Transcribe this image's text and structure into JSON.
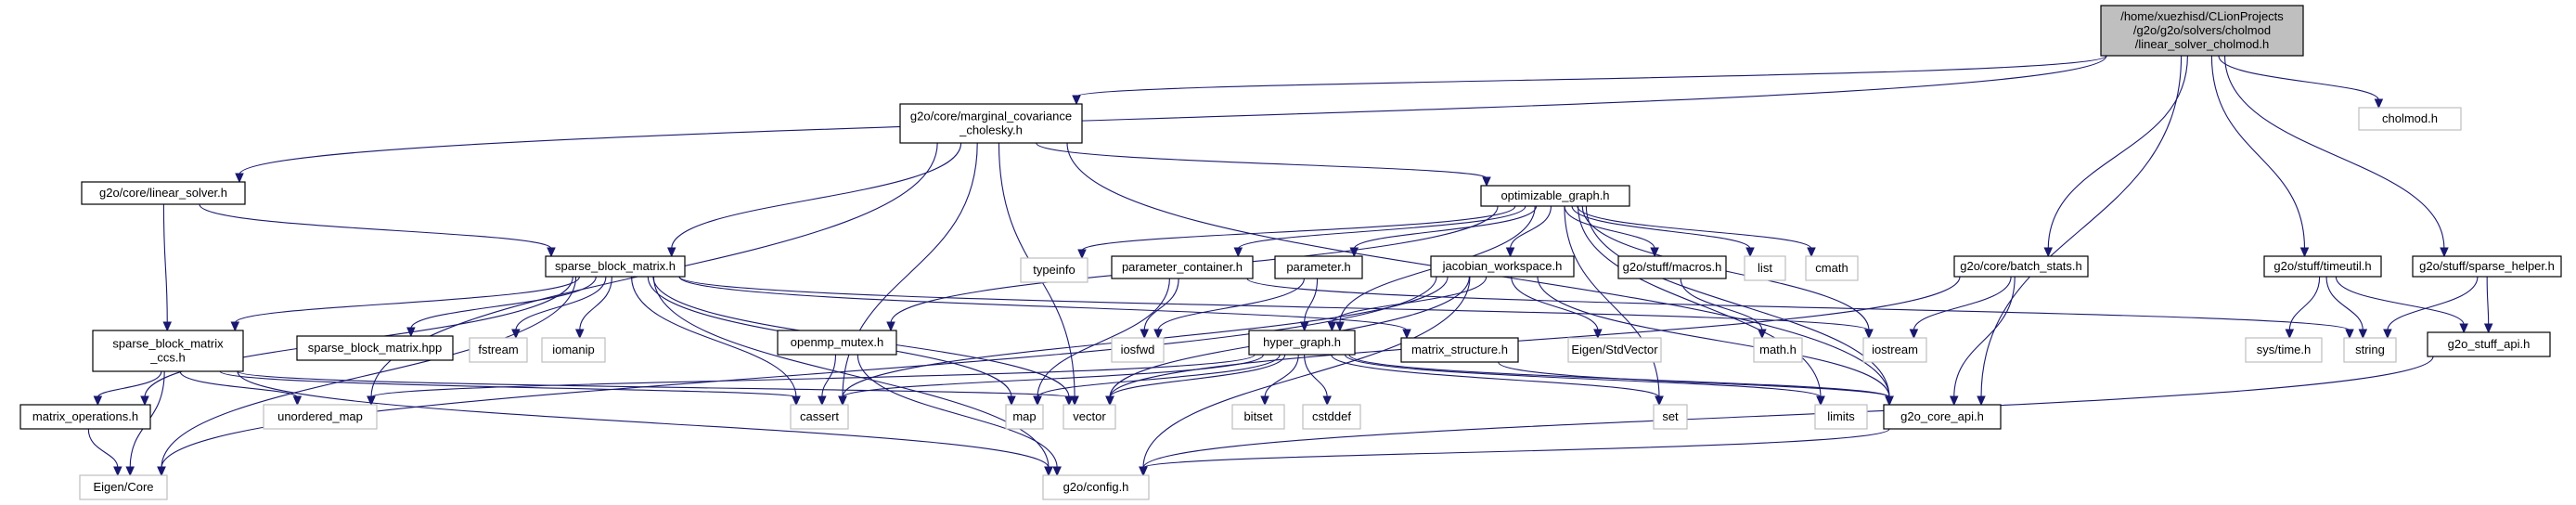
{
  "diagram": {
    "nodes": [
      {
        "id": "root",
        "lines": [
          "/home/xuezhisd/CLionProjects",
          "/g2o/g2o/solvers/cholmod",
          "/linear_solver_cholmod.h"
        ],
        "kind": "root"
      },
      {
        "id": "cholmod",
        "lines": [
          "cholmod.h"
        ],
        "kind": "external"
      },
      {
        "id": "marginal",
        "lines": [
          "g2o/core/marginal_covariance",
          "_cholesky.h"
        ],
        "kind": "internal"
      },
      {
        "id": "linear_solver",
        "lines": [
          "g2o/core/linear_solver.h"
        ],
        "kind": "internal"
      },
      {
        "id": "optimizable",
        "lines": [
          "optimizable_graph.h"
        ],
        "kind": "internal"
      },
      {
        "id": "batch_stats",
        "lines": [
          "g2o/core/batch_stats.h"
        ],
        "kind": "internal"
      },
      {
        "id": "timeutil",
        "lines": [
          "g2o/stuff/timeutil.h"
        ],
        "kind": "internal"
      },
      {
        "id": "sparse_helper",
        "lines": [
          "g2o/stuff/sparse_helper.h"
        ],
        "kind": "internal"
      },
      {
        "id": "sbm",
        "lines": [
          "sparse_block_matrix.h"
        ],
        "kind": "internal"
      },
      {
        "id": "typeinfo",
        "lines": [
          "typeinfo"
        ],
        "kind": "external"
      },
      {
        "id": "param_container",
        "lines": [
          "parameter_container.h"
        ],
        "kind": "internal"
      },
      {
        "id": "parameter",
        "lines": [
          "parameter.h"
        ],
        "kind": "internal"
      },
      {
        "id": "jacobian",
        "lines": [
          "jacobian_workspace.h"
        ],
        "kind": "internal"
      },
      {
        "id": "macros",
        "lines": [
          "g2o/stuff/macros.h"
        ],
        "kind": "internal"
      },
      {
        "id": "list",
        "lines": [
          "list"
        ],
        "kind": "external"
      },
      {
        "id": "cmath",
        "lines": [
          "cmath"
        ],
        "kind": "external"
      },
      {
        "id": "sbm_ccs",
        "lines": [
          "sparse_block_matrix",
          "_ccs.h"
        ],
        "kind": "internal"
      },
      {
        "id": "sbm_hpp",
        "lines": [
          "sparse_block_matrix.hpp"
        ],
        "kind": "internal"
      },
      {
        "id": "fstream",
        "lines": [
          "fstream"
        ],
        "kind": "external"
      },
      {
        "id": "iomanip",
        "lines": [
          "iomanip"
        ],
        "kind": "external"
      },
      {
        "id": "openmp",
        "lines": [
          "openmp_mutex.h"
        ],
        "kind": "internal"
      },
      {
        "id": "iosfwd",
        "lines": [
          "iosfwd"
        ],
        "kind": "external"
      },
      {
        "id": "hyper",
        "lines": [
          "hyper_graph.h"
        ],
        "kind": "internal"
      },
      {
        "id": "matrix_struct",
        "lines": [
          "matrix_structure.h"
        ],
        "kind": "internal"
      },
      {
        "id": "eigen_stdvec",
        "lines": [
          "Eigen/StdVector"
        ],
        "kind": "external"
      },
      {
        "id": "mathh",
        "lines": [
          "math.h"
        ],
        "kind": "external"
      },
      {
        "id": "iostream",
        "lines": [
          "iostream"
        ],
        "kind": "external"
      },
      {
        "id": "sys_time",
        "lines": [
          "sys/time.h"
        ],
        "kind": "external"
      },
      {
        "id": "string",
        "lines": [
          "string"
        ],
        "kind": "external"
      },
      {
        "id": "stuff_api",
        "lines": [
          "g2o_stuff_api.h"
        ],
        "kind": "internal"
      },
      {
        "id": "matrix_ops",
        "lines": [
          "matrix_operations.h"
        ],
        "kind": "internal"
      },
      {
        "id": "unordered_map",
        "lines": [
          "unordered_map"
        ],
        "kind": "external"
      },
      {
        "id": "cassert",
        "lines": [
          "cassert"
        ],
        "kind": "external"
      },
      {
        "id": "map",
        "lines": [
          "map"
        ],
        "kind": "external"
      },
      {
        "id": "vector",
        "lines": [
          "vector"
        ],
        "kind": "external"
      },
      {
        "id": "bitset",
        "lines": [
          "bitset"
        ],
        "kind": "external"
      },
      {
        "id": "cstddef",
        "lines": [
          "cstddef"
        ],
        "kind": "external"
      },
      {
        "id": "set",
        "lines": [
          "set"
        ],
        "kind": "external"
      },
      {
        "id": "limits",
        "lines": [
          "limits"
        ],
        "kind": "external"
      },
      {
        "id": "core_api",
        "lines": [
          "g2o_core_api.h"
        ],
        "kind": "internal"
      },
      {
        "id": "eigen_core",
        "lines": [
          "Eigen/Core"
        ],
        "kind": "external"
      },
      {
        "id": "config",
        "lines": [
          "g2o/config.h"
        ],
        "kind": "external"
      }
    ],
    "edges": [
      [
        "root",
        "cholmod"
      ],
      [
        "root",
        "marginal"
      ],
      [
        "root",
        "linear_solver"
      ],
      [
        "root",
        "batch_stats"
      ],
      [
        "root",
        "timeutil"
      ],
      [
        "root",
        "sparse_helper"
      ],
      [
        "root",
        "core_api"
      ],
      [
        "marginal",
        "optimizable"
      ],
      [
        "marginal",
        "sbm"
      ],
      [
        "marginal",
        "cassert"
      ],
      [
        "marginal",
        "vector"
      ],
      [
        "marginal",
        "unordered_map"
      ],
      [
        "marginal",
        "core_api"
      ],
      [
        "linear_solver",
        "sbm"
      ],
      [
        "linear_solver",
        "sbm_ccs"
      ],
      [
        "optimizable",
        "typeinfo"
      ],
      [
        "optimizable",
        "param_container"
      ],
      [
        "optimizable",
        "parameter"
      ],
      [
        "optimizable",
        "jacobian"
      ],
      [
        "optimizable",
        "macros"
      ],
      [
        "optimizable",
        "list"
      ],
      [
        "optimizable",
        "cmath"
      ],
      [
        "optimizable",
        "iostream"
      ],
      [
        "optimizable",
        "hyper"
      ],
      [
        "optimizable",
        "openmp"
      ],
      [
        "optimizable",
        "set"
      ],
      [
        "optimizable",
        "limits"
      ],
      [
        "optimizable",
        "core_api"
      ],
      [
        "sbm",
        "sbm_ccs"
      ],
      [
        "sbm",
        "sbm_hpp"
      ],
      [
        "sbm",
        "fstream"
      ],
      [
        "sbm",
        "iomanip"
      ],
      [
        "sbm",
        "matrix_struct"
      ],
      [
        "sbm",
        "matrix_ops"
      ],
      [
        "sbm",
        "cassert"
      ],
      [
        "sbm",
        "map"
      ],
      [
        "sbm",
        "vector"
      ],
      [
        "sbm",
        "iostream"
      ],
      [
        "sbm",
        "config"
      ],
      [
        "sbm",
        "eigen_core"
      ],
      [
        "param_container",
        "iosfwd"
      ],
      [
        "param_container",
        "map"
      ],
      [
        "param_container",
        "string"
      ],
      [
        "parameter",
        "iosfwd"
      ],
      [
        "parameter",
        "hyper"
      ],
      [
        "jacobian",
        "eigen_stdvec"
      ],
      [
        "jacobian",
        "hyper"
      ],
      [
        "jacobian",
        "vector"
      ],
      [
        "jacobian",
        "cassert"
      ],
      [
        "jacobian",
        "eigen_core"
      ],
      [
        "jacobian",
        "core_api"
      ],
      [
        "jacobian",
        "config"
      ],
      [
        "macros",
        "mathh"
      ],
      [
        "batch_stats",
        "iostream"
      ],
      [
        "batch_stats",
        "vector"
      ],
      [
        "batch_stats",
        "core_api"
      ],
      [
        "timeutil",
        "sys_time"
      ],
      [
        "timeutil",
        "string"
      ],
      [
        "timeutil",
        "stuff_api"
      ],
      [
        "sparse_helper",
        "string"
      ],
      [
        "sparse_helper",
        "stuff_api"
      ],
      [
        "sbm_ccs",
        "matrix_ops"
      ],
      [
        "sbm_ccs",
        "unordered_map"
      ],
      [
        "sbm_ccs",
        "cassert"
      ],
      [
        "sbm_ccs",
        "vector"
      ],
      [
        "sbm_ccs",
        "config"
      ],
      [
        "sbm_ccs",
        "eigen_core"
      ],
      [
        "openmp",
        "cassert"
      ],
      [
        "openmp",
        "config"
      ],
      [
        "hyper",
        "unordered_map"
      ],
      [
        "hyper",
        "cassert"
      ],
      [
        "hyper",
        "map"
      ],
      [
        "hyper",
        "vector"
      ],
      [
        "hyper",
        "bitset"
      ],
      [
        "hyper",
        "cstddef"
      ],
      [
        "hyper",
        "set"
      ],
      [
        "hyper",
        "limits"
      ],
      [
        "hyper",
        "core_api"
      ],
      [
        "matrix_struct",
        "core_api"
      ],
      [
        "matrix_ops",
        "eigen_core"
      ],
      [
        "stuff_api",
        "config"
      ],
      [
        "core_api",
        "config"
      ]
    ]
  }
}
